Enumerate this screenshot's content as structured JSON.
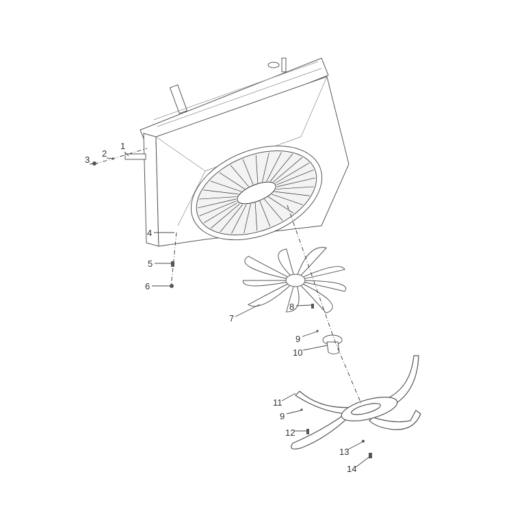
{
  "diagram": {
    "type": "exploded parts diagram",
    "callouts": [
      {
        "id": "c1",
        "label": "1"
      },
      {
        "id": "c2",
        "label": "2"
      },
      {
        "id": "c3",
        "label": "3"
      },
      {
        "id": "c4",
        "label": "4"
      },
      {
        "id": "c5",
        "label": "5"
      },
      {
        "id": "c6",
        "label": "6"
      },
      {
        "id": "c7",
        "label": "7"
      },
      {
        "id": "c8",
        "label": "8"
      },
      {
        "id": "c9a",
        "label": "9"
      },
      {
        "id": "c10",
        "label": "10"
      },
      {
        "id": "c11",
        "label": "11"
      },
      {
        "id": "c9b",
        "label": "9"
      },
      {
        "id": "c12",
        "label": "12"
      },
      {
        "id": "c13",
        "label": "13"
      },
      {
        "id": "c14",
        "label": "14"
      }
    ]
  }
}
